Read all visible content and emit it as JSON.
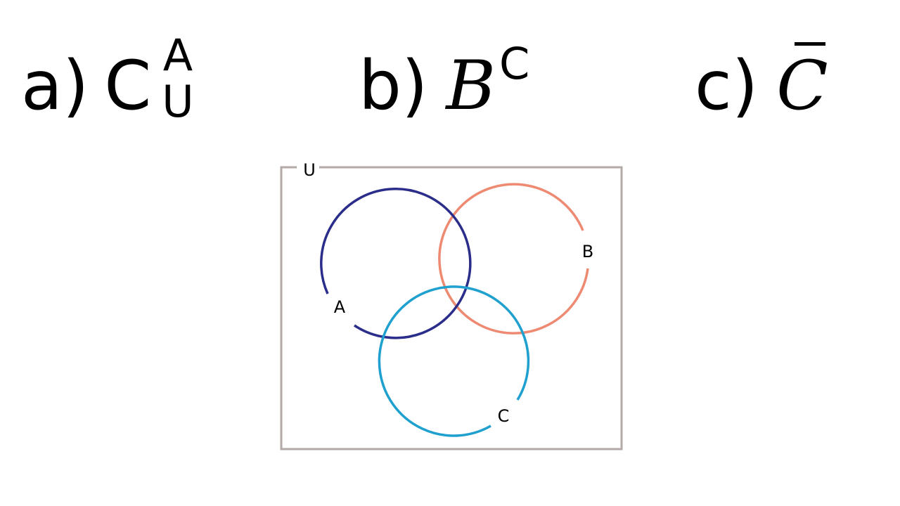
{
  "options": [
    {
      "prefix": "a)",
      "base": "C",
      "sup": "A",
      "sub": "U"
    },
    {
      "prefix": "b)",
      "base": "B",
      "sup": "C"
    },
    {
      "prefix": "c)",
      "base": "C"
    }
  ],
  "venn": {
    "universe_label": "U",
    "sets": [
      {
        "label": "A",
        "color": "#2b2d8a"
      },
      {
        "label": "B",
        "color": "#ee8a72"
      },
      {
        "label": "C",
        "color": "#1fa0cf"
      }
    ],
    "border_color": "#b3a9a6"
  }
}
